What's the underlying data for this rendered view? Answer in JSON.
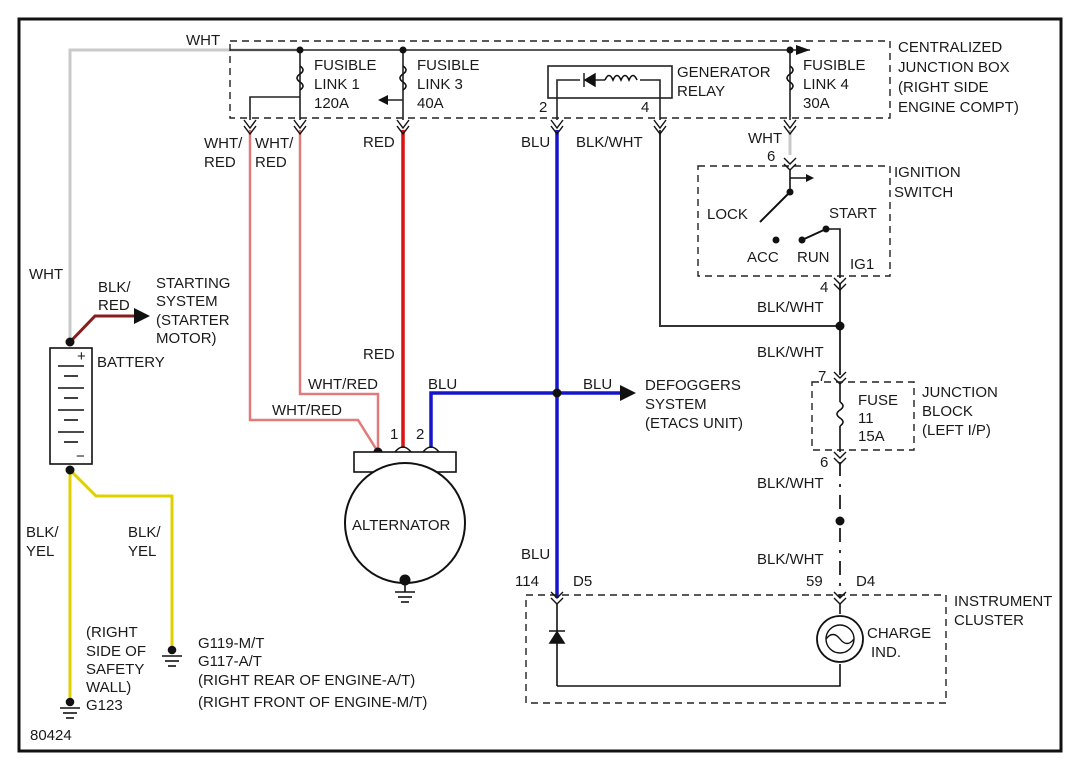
{
  "colors": {
    "wht": "#c9c9c9",
    "red": "#dd1111",
    "whtred": "#e27a7a",
    "blu": "#1515cc",
    "blkwht": "#333333",
    "blkred": "#8a1c1c",
    "blkyel": "#e0d000"
  },
  "labels": {
    "wht_top": "WHT",
    "wht_left": "WHT",
    "wht_top_right": "WHT",
    "fl1_line1": "FUSIBLE",
    "fl1_line2": "LINK 1",
    "fl1_line3": "120A",
    "fl3_line1": "FUSIBLE",
    "fl3_line2": "LINK 3",
    "fl3_line3": "40A",
    "fl4_line1": "FUSIBLE",
    "fl4_line2": "LINK 4",
    "fl4_line3": "30A",
    "gen_relay_line1": "GENERATOR",
    "gen_relay_line2": "RELAY",
    "cjb_line1": "CENTRALIZED",
    "cjb_line2": "JUNCTION BOX",
    "cjb_line3": "(RIGHT SIDE",
    "cjb_line4": "ENGINE COMPT)",
    "whtred_a1": "WHT/",
    "whtred_a2": "RED",
    "whtred_b1": "WHT/",
    "whtred_b2": "RED",
    "red_top": "RED",
    "blu_top": "BLU",
    "blkwht_top": "BLK/WHT",
    "pin_2": "2",
    "pin_4": "4",
    "pin_6_ign": "6",
    "ign_line1": "IGNITION",
    "ign_line2": "SWITCH",
    "lock": "LOCK",
    "start": "START",
    "acc": "ACC",
    "run": "RUN",
    "ig1": "IG1",
    "pin_4_ign": "4",
    "blkwht_1": "BLK/WHT",
    "blkwht_2": "BLK/WHT",
    "blkwht_3": "BLK/WHT",
    "blkwht_4": "BLK/WHT",
    "pin_7": "7",
    "fuse_line1": "FUSE",
    "fuse_line2": "11",
    "fuse_line3": "15A",
    "jb_line1": "JUNCTION",
    "jb_line2": "BLOCK",
    "jb_line3": "(LEFT I/P)",
    "pin_6_jb": "6",
    "blkred_1": "BLK/",
    "blkred_2": "RED",
    "starting_line1": "STARTING",
    "starting_line2": "SYSTEM",
    "starting_line3": "(STARTER",
    "starting_line4": "MOTOR)",
    "battery": "BATTERY",
    "plus": "+",
    "minus": "−",
    "red_mid": "RED",
    "whtred_mid1": "WHT/RED",
    "whtred_mid2": "WHT/RED",
    "alt_pin1": "1",
    "alt_pin2": "2",
    "blu_mid": "BLU",
    "blu_right": "BLU",
    "defog_line1": "DEFOGGERS",
    "defog_line2": "SYSTEM",
    "defog_line3": "(ETACS UNIT)",
    "alternator": "ALTERNATOR",
    "blkyel_a1": "BLK/",
    "blkyel_a2": "YEL",
    "blkyel_b1": "BLK/",
    "blkyel_b2": "YEL",
    "blu_low": "BLU",
    "pin_114": "114",
    "d5": "D5",
    "pin_59": "59",
    "d4": "D4",
    "ic_line1": "INSTRUMENT",
    "ic_line2": "CLUSTER",
    "charge_line1": "CHARGE",
    "charge_line2": "IND.",
    "gnd_a1": "(RIGHT",
    "gnd_a2": "SIDE OF",
    "gnd_a3": "SAFETY",
    "gnd_a4": "WALL)",
    "gnd_a5": "G123",
    "gnd_b1": "G119-M/T",
    "gnd_b2": "G117-A/T",
    "gnd_b3": "(RIGHT REAR OF ENGINE-A/T)",
    "gnd_b4": "(RIGHT FRONT OF ENGINE-M/T)",
    "diagram_id": "80424"
  }
}
